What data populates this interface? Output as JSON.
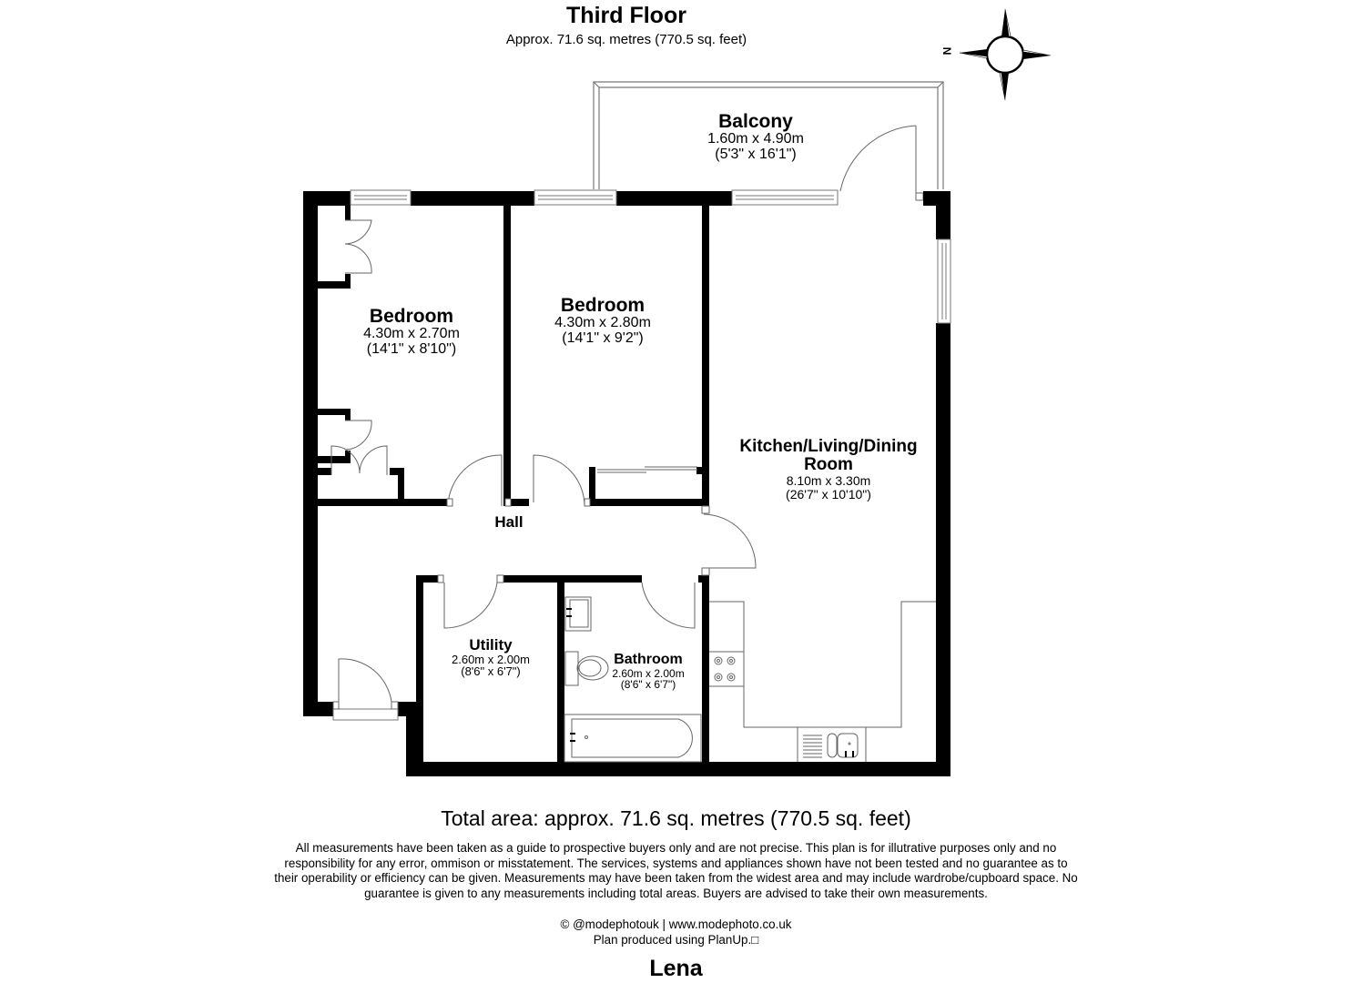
{
  "header": {
    "floor_title": "Third Floor",
    "floor_area": "Approx. 71.6 sq. metres (770.5 sq. feet)"
  },
  "compass": {
    "label": "N",
    "icon": "compass-rose-icon",
    "orientation": "north-points-left"
  },
  "rooms": {
    "balcony": {
      "name": "Balcony",
      "metric": "1.60m x 4.90m",
      "imperial": "(5'3\" x 16'1\")"
    },
    "bedroom1": {
      "name": "Bedroom",
      "metric": "4.30m x 2.70m",
      "imperial": "(14'1\" x 8'10\")"
    },
    "bedroom2": {
      "name": "Bedroom",
      "metric": "4.30m x 2.80m",
      "imperial": "(14'1\" x 9'2\")"
    },
    "kitchen": {
      "name_line1": "Kitchen/Living/Dining",
      "name_line2": "Room",
      "metric": "8.10m x 3.30m",
      "imperial": "(26'7\" x 10'10\")"
    },
    "hall": {
      "name": "Hall"
    },
    "utility": {
      "name": "Utility",
      "metric": "2.60m x 2.00m",
      "imperial": "(8'6\" x 6'7\")"
    },
    "bathroom": {
      "name": "Bathroom",
      "metric": "2.60m x 2.00m",
      "imperial": "(8'6\" x 6'7\")"
    }
  },
  "footer": {
    "total_area": "Total area: approx. 71.6 sq. metres (770.5 sq. feet)",
    "disclaimer": [
      "All measurements have been taken as a guide to prospective buyers only and are not precise. This plan is for illutrative purposes only and no",
      "responsibility for any error, ommison or misstatement. The services, systems and appliances shown have not been tested and no guarantee as to",
      "their operability or efficiency can be given. Measurements may have been taken from the widest area and may include wardrobe/cupboard space. No",
      "guarantee is given to any measurements including total areas. Buyers are advised to take their own measurements."
    ],
    "credit_line": "© @modephotouk | www.modephoto.co.uk",
    "produced_by": "Plan produced using PlanUp.□",
    "property_name": "Lena"
  },
  "colors": {
    "wall": "#000000",
    "fixture_line": "#555555",
    "background": "#ffffff"
  }
}
